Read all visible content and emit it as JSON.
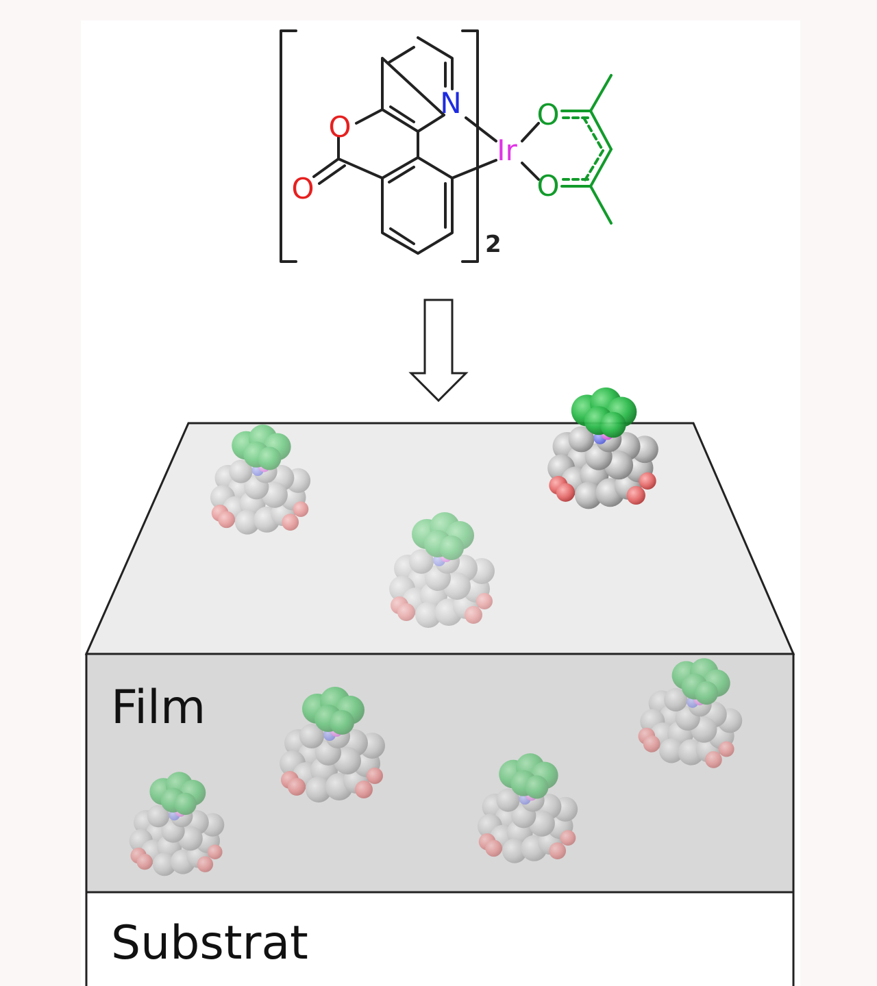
{
  "structure": {
    "atoms": {
      "nitrogen": "N",
      "iridium": "Ir",
      "oxygen": "O"
    },
    "subscript": "2"
  },
  "layers": {
    "film_label": "Film",
    "substrate_label": "Substrat"
  },
  "colors": {
    "background": "#fbf7f7",
    "panel": "#ffffff",
    "film_top": "#ececec",
    "film_front": "#d8d8d8",
    "substrate": "#ffffff",
    "nitrogen": "#1d2be0",
    "iridium": "#e033e6",
    "oxygen": "#e6201f",
    "acac": "#129b2b",
    "molecule_green": "#2bb94a",
    "molecule_grey": "#b9b9b9",
    "molecule_red": "#e46a6a"
  }
}
